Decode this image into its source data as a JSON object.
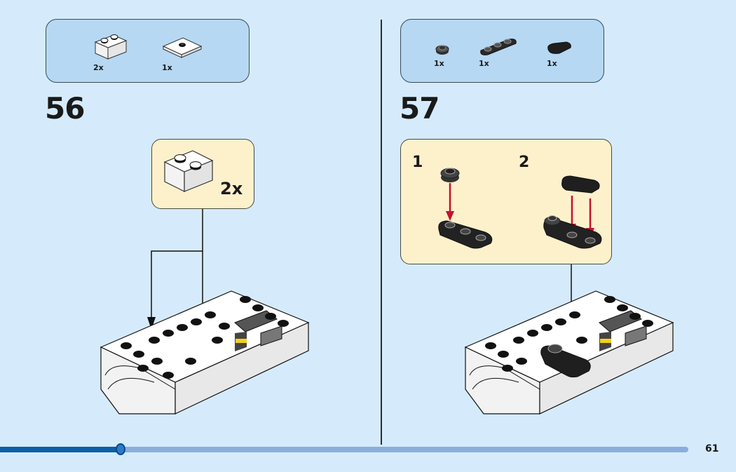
{
  "page": {
    "number": "61"
  },
  "progress": {
    "fraction": 0.175
  },
  "colors": {
    "background": "#d5ebfb",
    "parts_box": "#b6d8f2",
    "callout": "#fdf1cc",
    "arrow_red": "#c8102e",
    "progress_fill": "#0a5fa8",
    "progress_track": "#8aaedc"
  },
  "steps": [
    {
      "number": "56",
      "parts": [
        {
          "name": "white-brick-1x2",
          "qty": "2x"
        },
        {
          "name": "white-plate-2x2-jumper",
          "qty": "1x"
        }
      ],
      "callout": {
        "part": "white-brick-1x2",
        "qty": "2x"
      }
    },
    {
      "number": "57",
      "parts": [
        {
          "name": "black-round-plate-1x1",
          "qty": "1x"
        },
        {
          "name": "black-plate-1x3-rounded",
          "qty": "1x"
        },
        {
          "name": "black-tile-1x2-rounded",
          "qty": "1x"
        }
      ],
      "callout": {
        "substeps": [
          {
            "number": "1"
          },
          {
            "number": "2"
          }
        ]
      }
    }
  ]
}
